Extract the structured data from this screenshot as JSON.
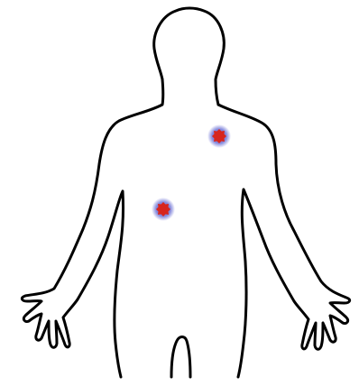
{
  "figure": {
    "subject": "body-outline",
    "outline_color": "#000000",
    "background_color": "#ffffff"
  },
  "markers": [
    {
      "id": "marker-left-chest",
      "icon": "red-dot-with-blue-halo",
      "fill": "#d7261e",
      "halo": "#5a5fd0"
    },
    {
      "id": "marker-right-abdomen",
      "icon": "red-dot-with-blue-halo",
      "fill": "#d7261e",
      "halo": "#5a5fd0"
    }
  ]
}
